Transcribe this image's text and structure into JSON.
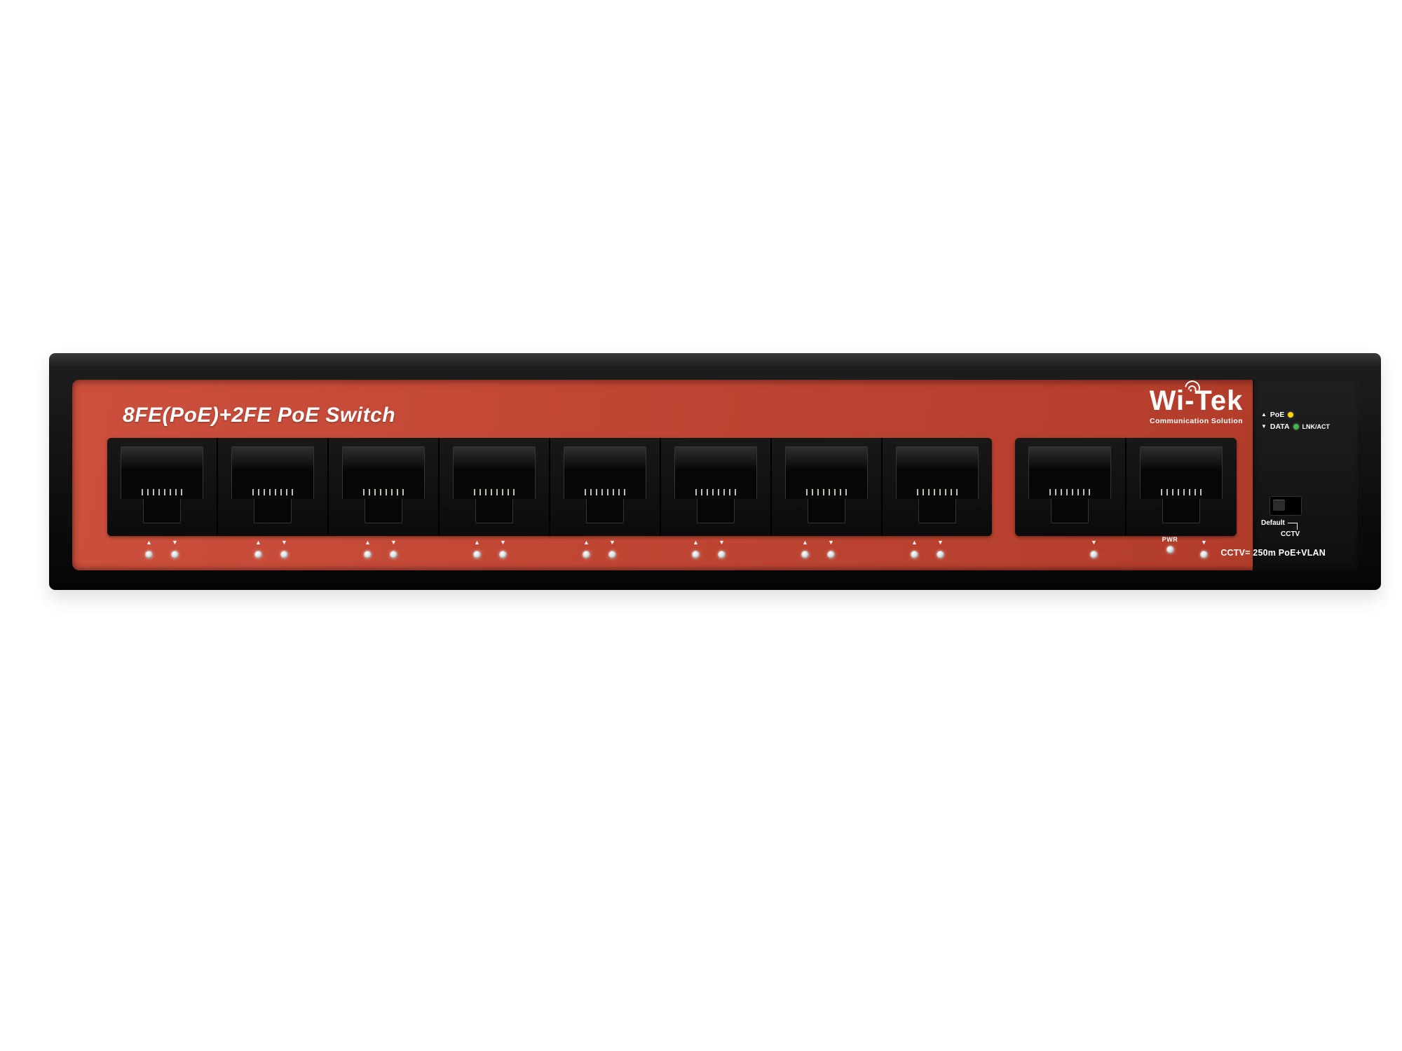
{
  "device": {
    "title": "8FE(PoE)+2FE PoE Switch",
    "brand": {
      "name": "Wi-Tek",
      "tagline": "Communication Solution"
    },
    "legend": {
      "rows": [
        {
          "symbol": "▲",
          "label": "PoE",
          "dot_color": "#ffd400",
          "dot_label": ""
        },
        {
          "symbol": "▼",
          "label": "DATA",
          "dot_color": "#43b649",
          "dot_label": "LNK/ACT"
        }
      ]
    },
    "ports": {
      "main_group_count": 8,
      "uplink_group_count": 2,
      "led_up_symbol": "▲",
      "led_down_symbol": "▼"
    },
    "controls": {
      "default_label": "Default",
      "cctv_label": "CCTV"
    },
    "pwr_label": "PWR",
    "bottom_note": "CCTV= 250m PoE+VLAN",
    "colors": {
      "faceplate": "#c8422e",
      "chassis": "#141414",
      "led_yellow": "#ffd400",
      "led_green": "#43b649"
    }
  }
}
